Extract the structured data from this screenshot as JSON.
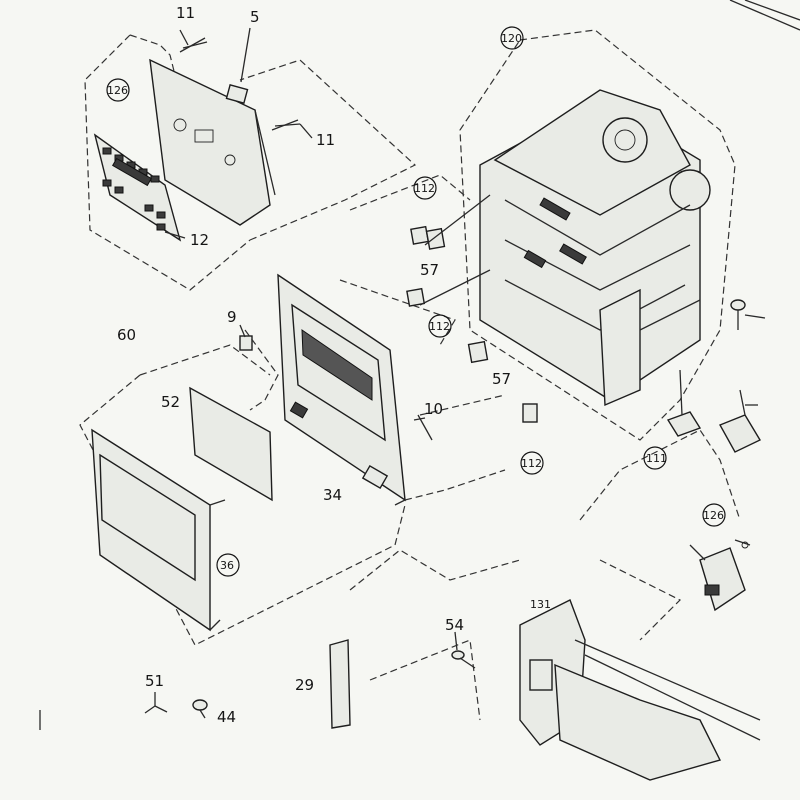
{
  "diagram": {
    "callouts": [
      {
        "id": "c11a",
        "text": "11"
      },
      {
        "id": "c5",
        "text": "5"
      },
      {
        "id": "c11b",
        "text": "11"
      },
      {
        "id": "c12",
        "text": "12"
      },
      {
        "id": "c9",
        "text": "9"
      },
      {
        "id": "c60",
        "text": "60"
      },
      {
        "id": "c52",
        "text": "52"
      },
      {
        "id": "c34",
        "text": "34"
      },
      {
        "id": "c10",
        "text": "10"
      },
      {
        "id": "c57a",
        "text": "57"
      },
      {
        "id": "c57b",
        "text": "57"
      },
      {
        "id": "c54",
        "text": "54"
      },
      {
        "id": "c29",
        "text": "29"
      },
      {
        "id": "c51",
        "text": "51"
      },
      {
        "id": "c44",
        "text": "44"
      }
    ],
    "circled": [
      {
        "id": "r126a",
        "text": "126"
      },
      {
        "id": "r120",
        "text": "120"
      },
      {
        "id": "r112a",
        "text": "112"
      },
      {
        "id": "r112b",
        "text": "112"
      },
      {
        "id": "r112c",
        "text": "112"
      },
      {
        "id": "r111",
        "text": "111"
      },
      {
        "id": "r126b",
        "text": "126"
      },
      {
        "id": "r36",
        "text": "36"
      },
      {
        "id": "r131",
        "text": "131"
      }
    ]
  }
}
